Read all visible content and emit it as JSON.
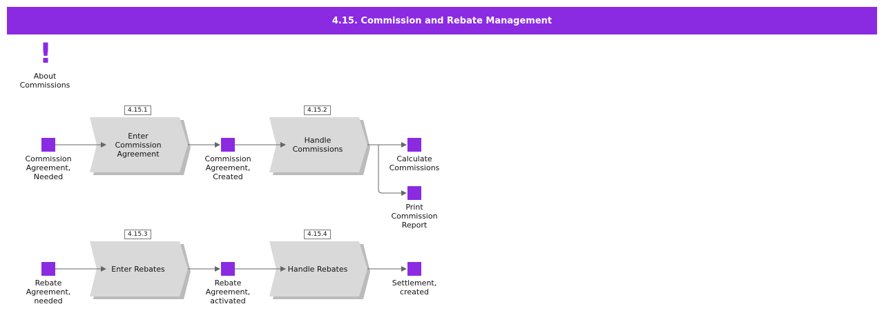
{
  "header": {
    "title": "4.15. Commission and Rebate Management"
  },
  "about": {
    "label": "About\nCommissions"
  },
  "badges": [
    "4.15.1",
    "4.15.2",
    "4.15.3",
    "4.15.4"
  ],
  "functions": [
    "Enter\nCommission\nAgreement",
    "Handle\nCommissions",
    "Enter Rebates",
    "Handle Rebates"
  ],
  "events": [
    "Commission\nAgreement,\nNeeded",
    "Commission\nAgreement,\nCreated",
    "Calculate\nCommissions",
    "Print\nCommission\nReport",
    "Rebate\nAgreement,\nneeded",
    "Rebate\nAgreement,\nactivated",
    "Settlement,\ncreated"
  ],
  "colors": {
    "accent": "#8a2be2",
    "function_fill": "#d9d9d9"
  }
}
